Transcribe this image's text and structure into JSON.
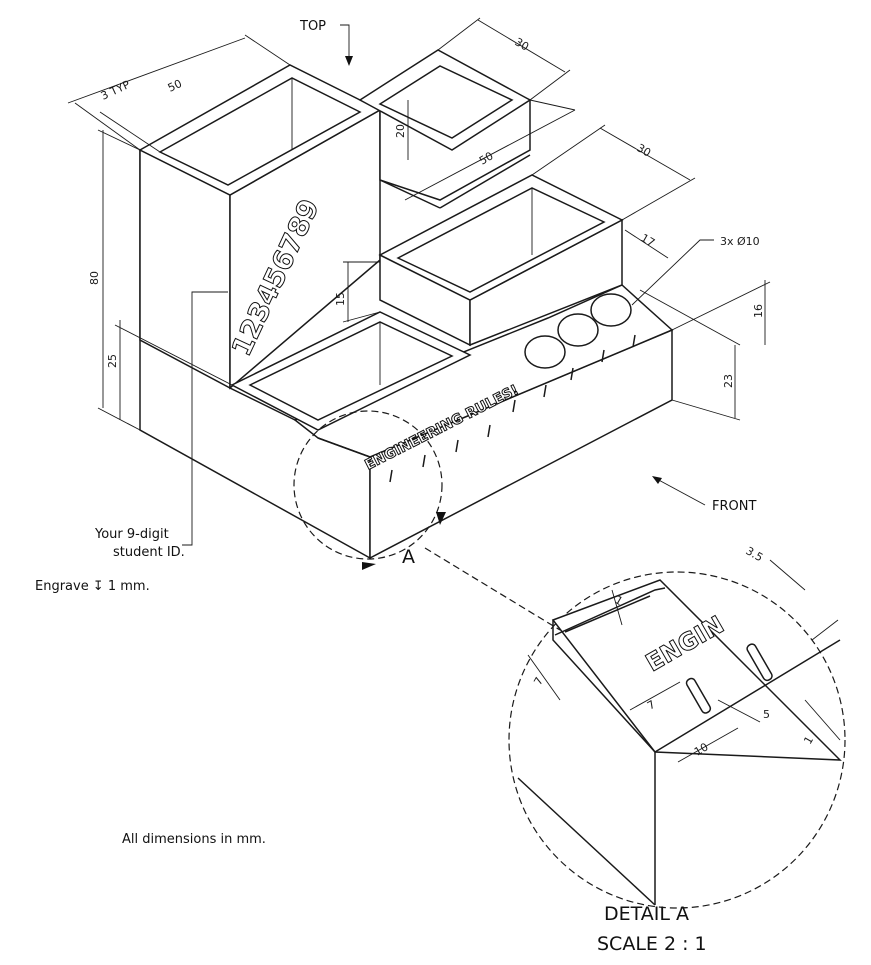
{
  "labels": {
    "top": "TOP",
    "front": "FRONT",
    "detail_ref": "A",
    "holes": "3x Ø10",
    "student_id_note_1": "Your 9-digit",
    "student_id_note_2": "student ID.",
    "engrave_note": "Engrave ↧ 1 mm.",
    "units_note": "All dimensions in mm.",
    "detail_title": "DETAIL  A",
    "detail_scale": "SCALE 2 : 1"
  },
  "engraving": {
    "digits": "123456789",
    "slogan": "ENGINEERING RULES!",
    "detail_slogan": "ENGIN"
  },
  "dimensions": {
    "wall_typ": "3 TYP",
    "tall_width": "50",
    "height": "80",
    "base_height": "25",
    "back_box_width": "30",
    "back_box_depth": "20",
    "mid_length": "50",
    "front_box_width": "30",
    "ledge": "17",
    "mid_box_height": "15",
    "slot_zone": "16",
    "front_height": "23",
    "det_3_5": "3.5",
    "det_1a": "1",
    "det_7a": "7",
    "det_7b": "7",
    "det_5": "5",
    "det_10": "10",
    "det_1b": "1"
  }
}
